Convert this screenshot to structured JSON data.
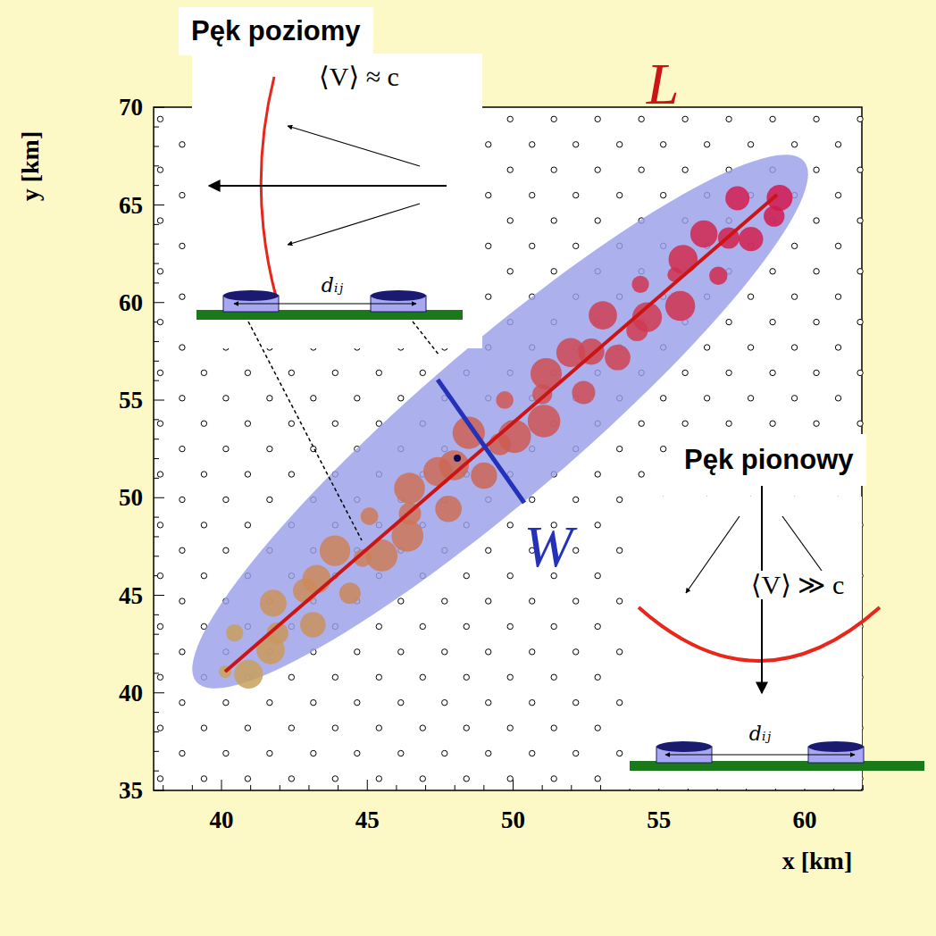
{
  "diagram": {
    "nodes": [
      {
        "text": [
          "Pęk poziomy"
        ]
      },
      {
        "text": [
          "Pęk pionowy"
        ]
      }
    ],
    "labels": [
      "⟨V⟩ ≈ c",
      "dᵢⱼ",
      "L",
      "W",
      "⟨V⟩ ≫ c",
      "dᵢⱼ",
      "y [km]",
      "70",
      "65",
      "60",
      "55",
      "50",
      "45",
      "40",
      "35",
      "40",
      "45",
      "50",
      "55",
      "60",
      "x [km]"
    ]
  }
}
